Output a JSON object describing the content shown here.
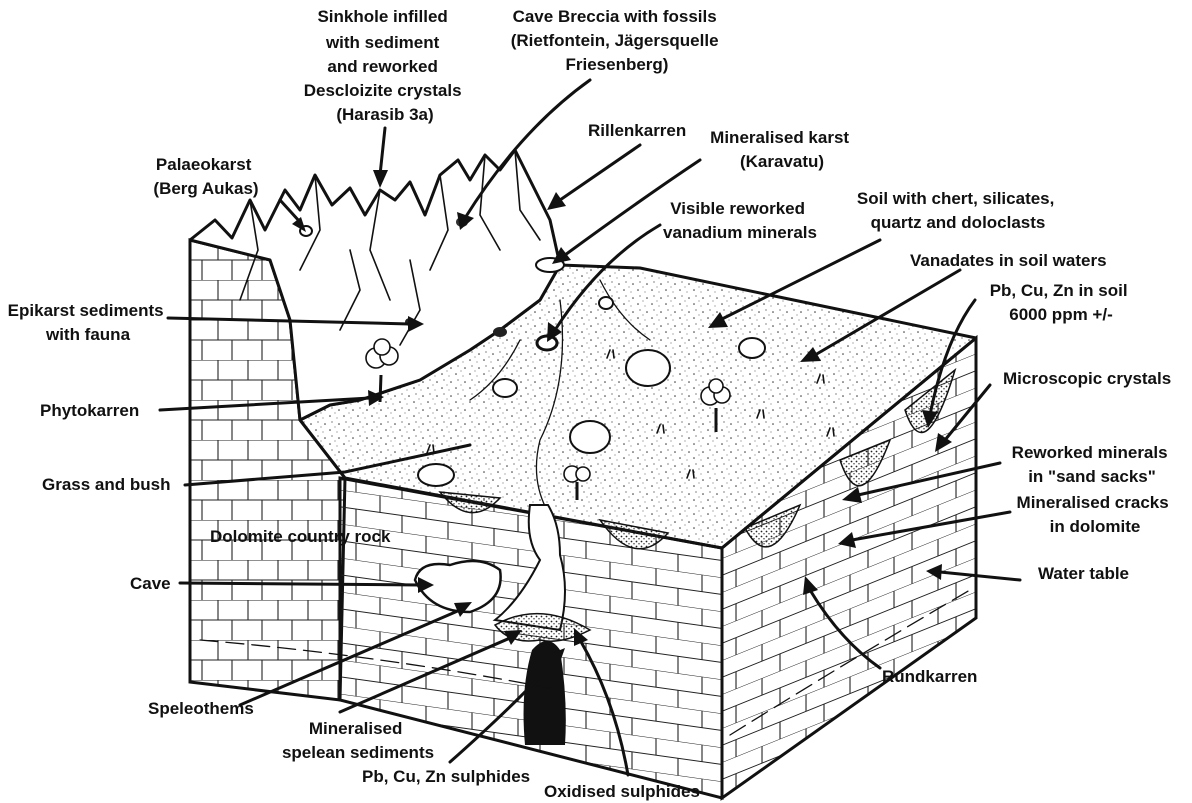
{
  "labels": {
    "sinkhole": [
      "Sinkhole infilled",
      "with sediment",
      "and reworked",
      "Descloizite crystals",
      "(Harasib 3a)"
    ],
    "cave_breccia": [
      "Cave Breccia with fossils",
      "(Rietfontein, Jägersquelle",
      "Friesenberg)"
    ],
    "palaeokarst": [
      "Palaeokarst",
      "(Berg Aukas)"
    ],
    "rillenkarren": [
      "Rillenkarren"
    ],
    "mineralised_karst": [
      "Mineralised karst",
      "(Karavatu)"
    ],
    "soil_chert": [
      "Soil with chert, silicates,",
      "quartz and doloclasts"
    ],
    "visible_reworked": [
      "Visible reworked",
      "vanadium minerals"
    ],
    "vanadates": [
      "Vanadates in soil waters"
    ],
    "pbcuzn_soil": [
      "Pb, Cu, Zn in soil",
      "6000 ppm +/-"
    ],
    "epikarst": [
      "Epikarst sediments",
      "with fauna"
    ],
    "phytokarren": [
      "Phytokarren"
    ],
    "microscopic": [
      "Microscopic crystals"
    ],
    "grass": [
      "Grass and bush"
    ],
    "reworked_sand": [
      "Reworked minerals",
      "in \"sand sacks\""
    ],
    "mineralised_cracks": [
      "Mineralised cracks",
      "in dolomite"
    ],
    "dolomite_rock": [
      "Dolomite country rock"
    ],
    "cave": [
      "Cave"
    ],
    "water_table": [
      "Water table"
    ],
    "rundkarren": [
      "Rundkarren"
    ],
    "speleothems": [
      "Speleothems"
    ],
    "spelean": [
      "Mineralised",
      "spelean sediments"
    ],
    "pbcuzn_sulphides": [
      "Pb, Cu, Zn sulphides"
    ],
    "oxidised": [
      "Oxidised sulphides"
    ]
  },
  "colors": {
    "ink": "#111111",
    "paper": "#ffffff"
  }
}
